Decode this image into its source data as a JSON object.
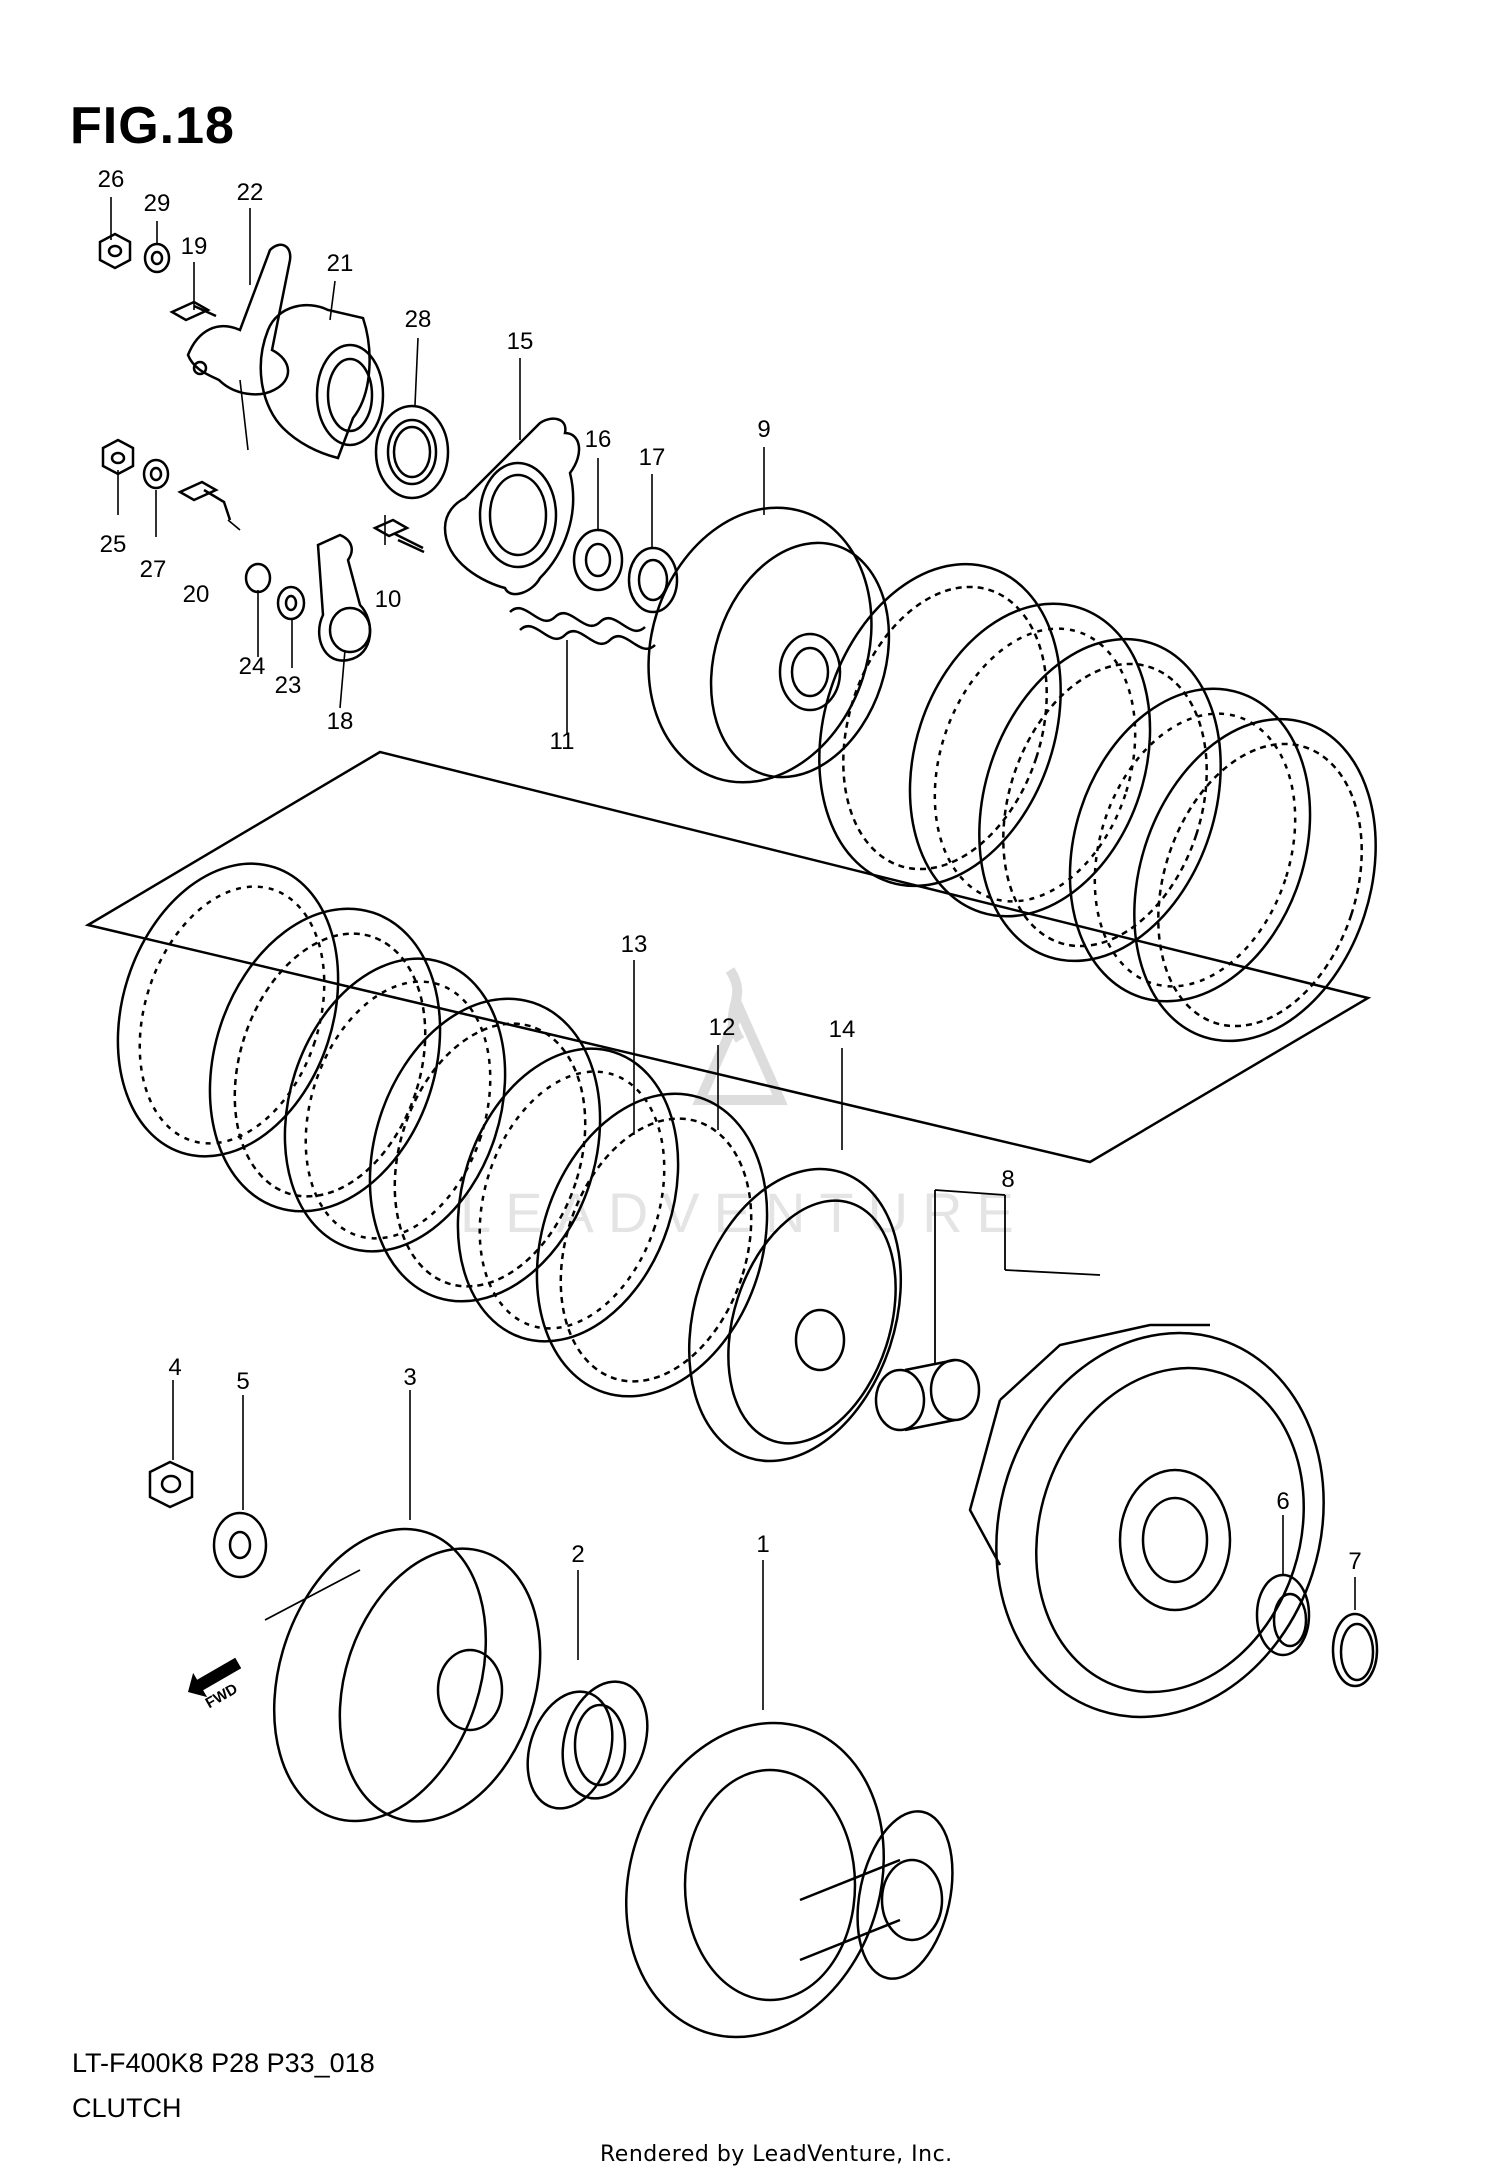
{
  "figure": {
    "title": "FIG.18"
  },
  "callouts": [
    {
      "label": "26"
    },
    {
      "label": "29"
    },
    {
      "label": "19"
    },
    {
      "label": "22"
    },
    {
      "label": "21"
    },
    {
      "label": "28"
    },
    {
      "label": "15"
    },
    {
      "label": "16"
    },
    {
      "label": "17"
    },
    {
      "label": "9"
    },
    {
      "label": "25"
    },
    {
      "label": "27"
    },
    {
      "label": "20"
    },
    {
      "label": "10"
    },
    {
      "label": "24"
    },
    {
      "label": "23"
    },
    {
      "label": "18"
    },
    {
      "label": "11"
    },
    {
      "label": "13"
    },
    {
      "label": "12"
    },
    {
      "label": "14"
    },
    {
      "label": "8"
    },
    {
      "label": "4"
    },
    {
      "label": "5"
    },
    {
      "label": "3"
    },
    {
      "label": "2"
    },
    {
      "label": "1"
    },
    {
      "label": "6"
    },
    {
      "label": "7"
    }
  ],
  "fwd_arrow": {
    "text": "FWD"
  },
  "footer": {
    "code": "LT-F400K8 P28 P33_018",
    "name": "CLUTCH",
    "credit": "Rendered by LeadVenture, Inc."
  },
  "watermark": {
    "text": "LEADVENTURE"
  }
}
